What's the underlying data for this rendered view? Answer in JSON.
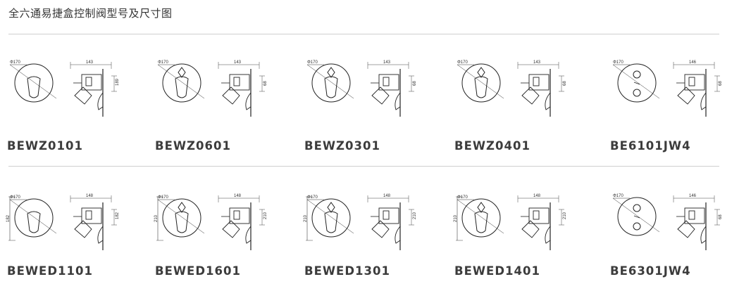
{
  "page": {
    "title": "全六通易捷盒控制阀型号及尺寸图"
  },
  "rows": [
    {
      "products": [
        {
          "code": "BEWZ0101",
          "diameter_label": "Φ170",
          "width_label": "143",
          "height_label": "189",
          "variant": "single"
        },
        {
          "code": "BEWZ0601",
          "diameter_label": "Φ170",
          "width_label": "143",
          "height_label": "68",
          "variant": "diverter"
        },
        {
          "code": "BEWZ0301",
          "diameter_label": "Φ170",
          "width_label": "143",
          "height_label": "68",
          "variant": "diverter"
        },
        {
          "code": "BEWZ0401",
          "diameter_label": "Φ170",
          "width_label": "143",
          "height_label": "68",
          "variant": "diverter"
        },
        {
          "code": "BE6101JW4",
          "diameter_label": "Φ170",
          "width_label": "146",
          "height_label": "68",
          "variant": "thermo"
        }
      ]
    },
    {
      "products": [
        {
          "code": "BEWED1101",
          "diameter_label": "Φ170",
          "width_label": "148",
          "height_label": "182",
          "variant": "single-tall"
        },
        {
          "code": "BEWED1601",
          "diameter_label": "Φ170",
          "width_label": "148",
          "height_label": "210",
          "variant": "diverter-tall"
        },
        {
          "code": "BEWED1301",
          "diameter_label": "Φ170",
          "width_label": "148",
          "height_label": "210",
          "variant": "diverter-tall"
        },
        {
          "code": "BEWED1401",
          "diameter_label": "Φ170",
          "width_label": "148",
          "height_label": "210",
          "variant": "diverter-tall"
        },
        {
          "code": "BE6301JW4",
          "diameter_label": "Φ170",
          "width_label": "146",
          "height_label": "68",
          "variant": "thermo"
        }
      ]
    }
  ]
}
